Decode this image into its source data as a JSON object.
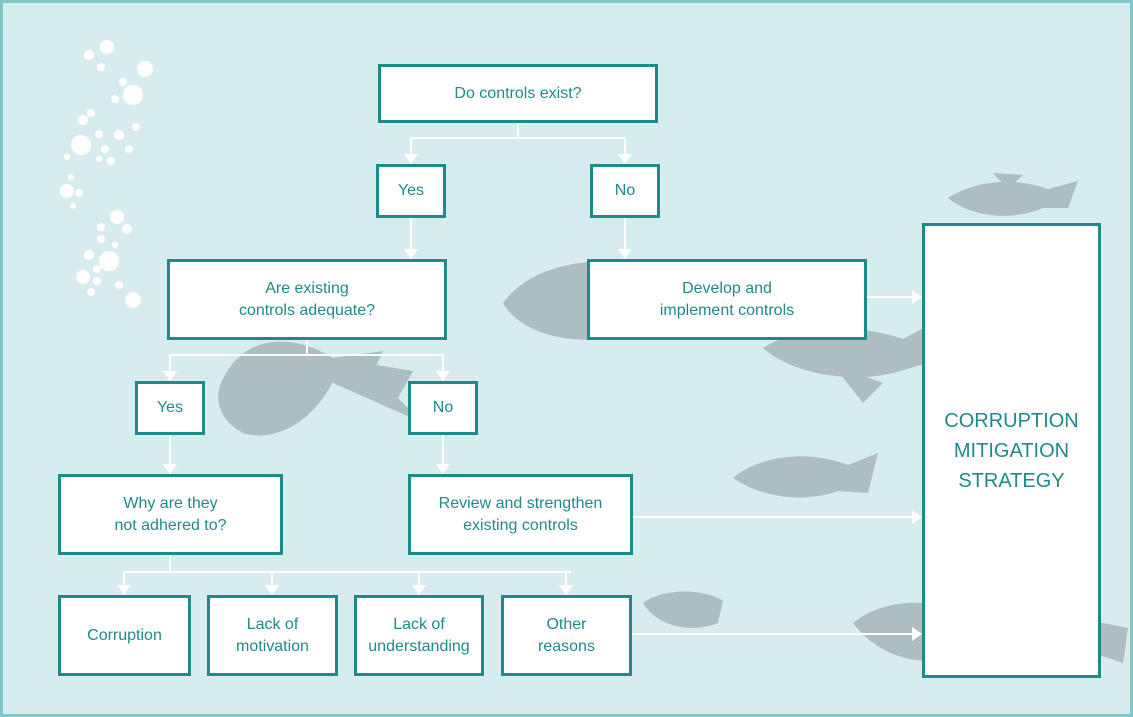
{
  "question_controls_exist": "Do controls exist?",
  "answer_yes_1": "Yes",
  "answer_no_1": "No",
  "question_adequate": "Are existing\ncontrols adequate?",
  "action_develop": "Develop and\nimplement controls",
  "answer_yes_2": "Yes",
  "answer_no_2": "No",
  "question_why": "Why are they\nnot adhered to?",
  "action_review": "Review and strengthen\nexisting controls",
  "reasons": [
    "Corruption",
    "Lack of\nmotivation",
    "Lack of\nunderstanding",
    "Other\nreasons"
  ],
  "result_strategy": "CORRUPTION\nMITIGATION\nSTRATEGY",
  "colors": {
    "background": "#d6ecee",
    "frame": "#7cc9c6",
    "box_border": "#1f8a89",
    "text": "#1f8a89",
    "connector": "#ffffff",
    "fish": "#aebdc2",
    "bubbles": "#ffffff"
  }
}
